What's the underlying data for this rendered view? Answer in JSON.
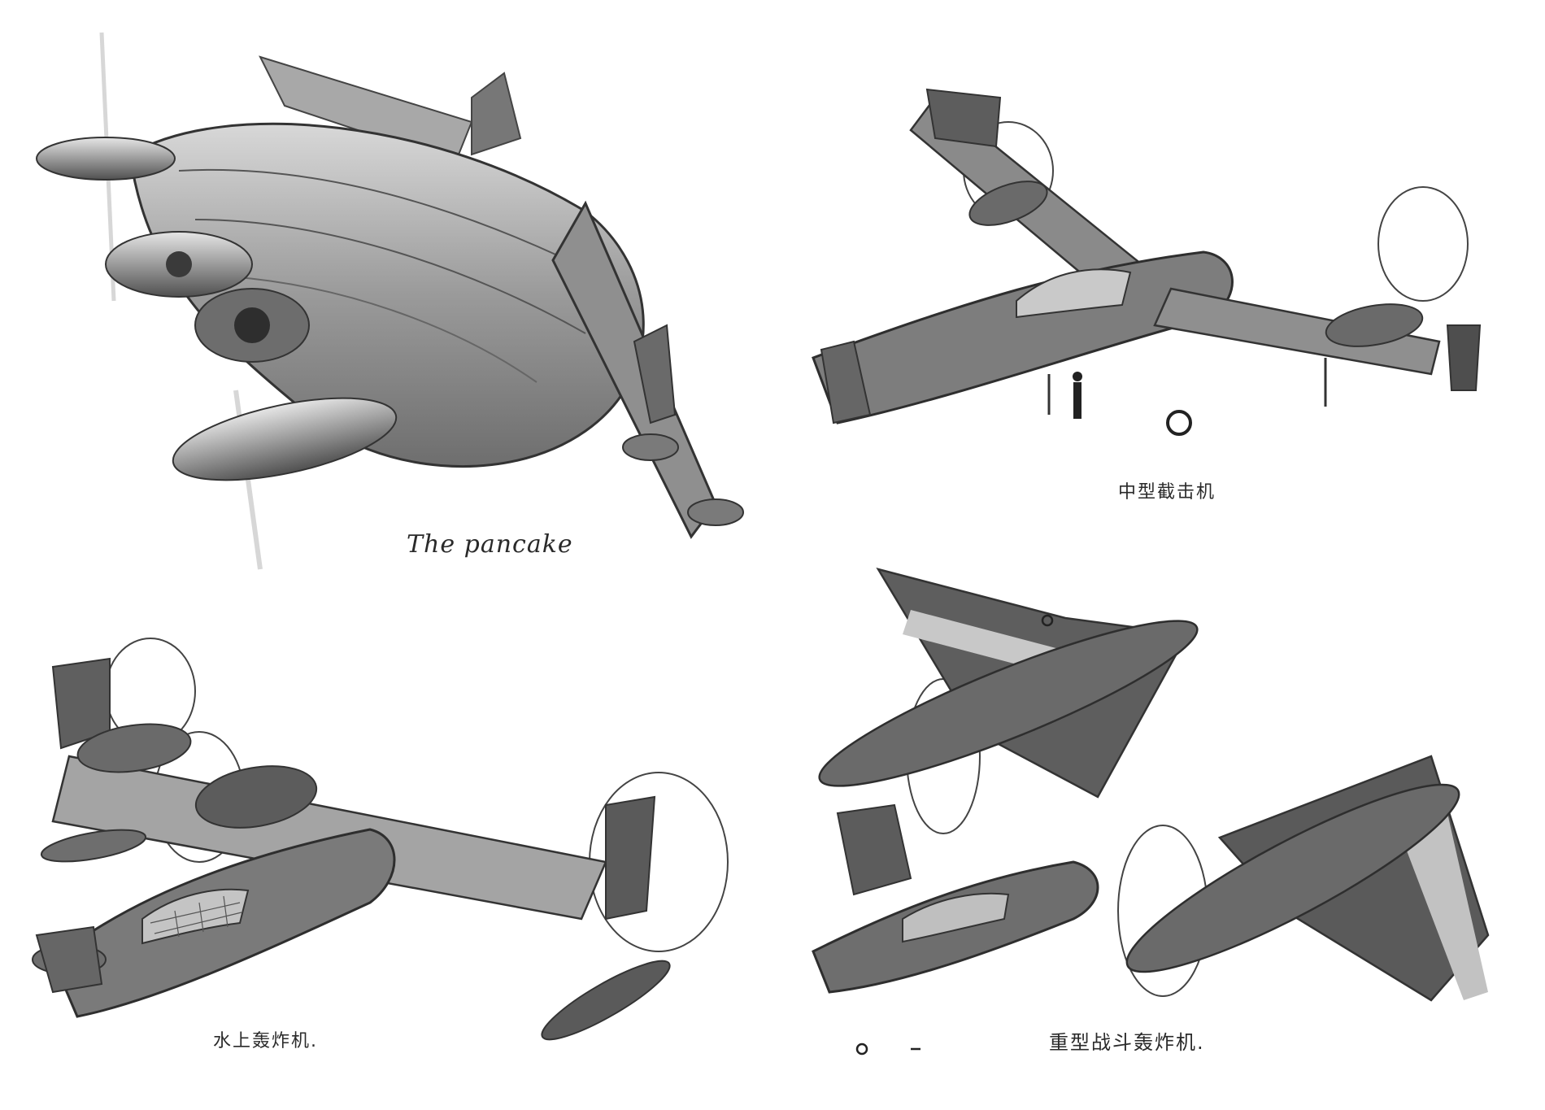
{
  "sheet": {
    "background": "#ffffff",
    "ink": "#2a2a2a"
  },
  "sketches": [
    {
      "name": "pancake",
      "caption": "The pancake"
    },
    {
      "name": "interceptor",
      "caption": "中型截击机"
    },
    {
      "name": "seaplane",
      "caption": "水上轰炸机."
    },
    {
      "name": "heavy",
      "caption": "重型战斗轰炸机."
    }
  ]
}
